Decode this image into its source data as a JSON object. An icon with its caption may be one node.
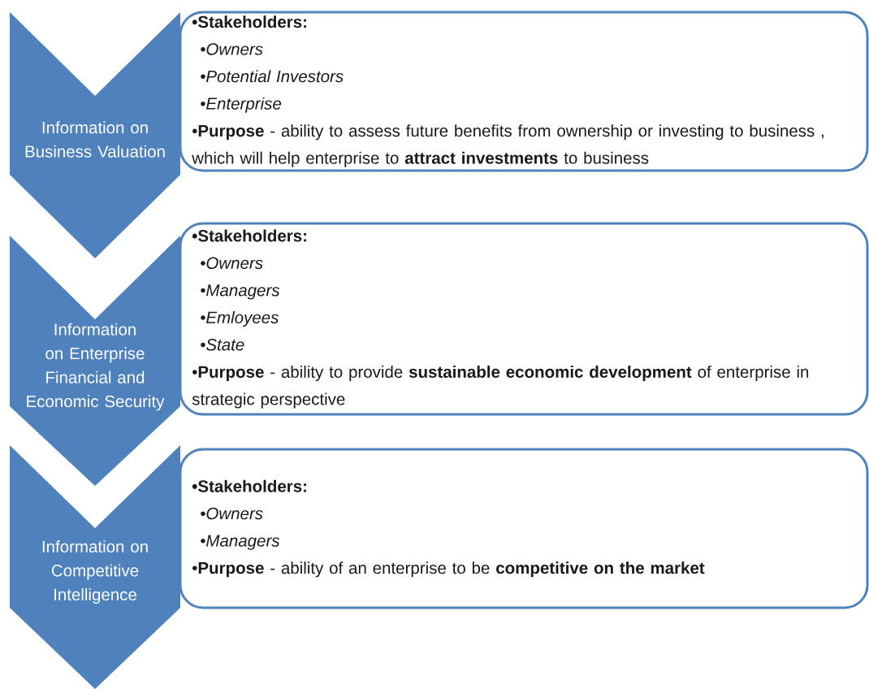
{
  "diagram": {
    "nodes": [
      {
        "text": [
          "Information on Business Valuation"
        ]
      },
      {
        "text": [
          "•Stakeholders:",
          "•Owners",
          "•Potential Investors",
          "•Enterprise",
          "•**Purpose** - ability to assess  future benefits from ownership or investing to business , which will help enterprise to **attract investments** to business"
        ]
      },
      {
        "text": [
          "Information on Enterprise Financial and Economic Security"
        ]
      },
      {
        "text": [
          "•Stakeholders:",
          "•Owners",
          "•Managers",
          "•Emloyees",
          "•State",
          "•**Purpose** - ability to provide **sustainable economic development** of enterprise in strategic perspective"
        ]
      },
      {
        "text": [
          "Information on Competitive Intelligence"
        ]
      },
      {
        "text": [
          "•Stakeholders:",
          "•Owners",
          "•Managers",
          "•**Purpose** - ability of an enterprise to be **competitive on the market**"
        ]
      }
    ]
  }
}
